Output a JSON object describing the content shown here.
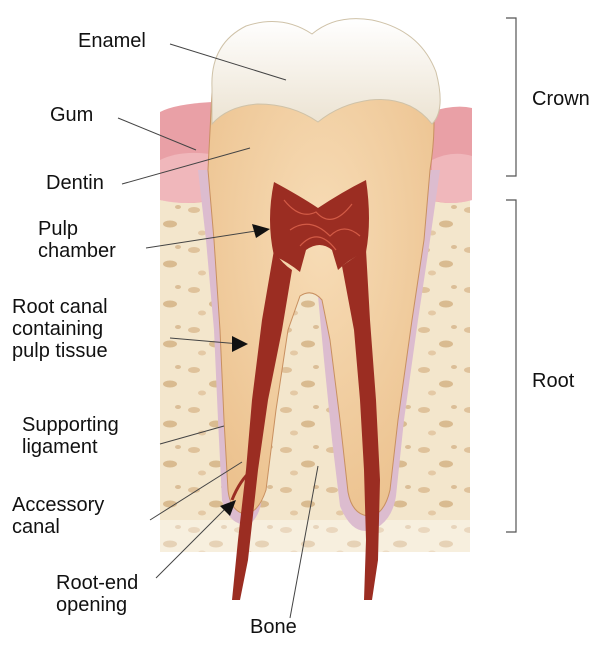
{
  "labels": {
    "enamel": "Enamel",
    "gum": "Gum",
    "dentin": "Dentin",
    "pulp_chamber": [
      "Pulp",
      "chamber"
    ],
    "root_canal": [
      "Root canal",
      "containing",
      "pulp tissue"
    ],
    "supporting_ligament": [
      "Supporting",
      "ligament"
    ],
    "accessory_canal": [
      "Accessory",
      "canal"
    ],
    "root_end_opening": [
      "Root-end",
      "opening"
    ],
    "bone": "Bone",
    "crown": "Crown",
    "root": "Root"
  },
  "colors": {
    "enamel": "#f4efe4",
    "dentin": "#f3cfa2",
    "pulp": "#9b2d22",
    "gum": "#e9a0a6",
    "bone": "#f3e6cc",
    "bone_spot": "#d9b98f",
    "ligament": "#d9b8cc",
    "line": "#444444"
  }
}
